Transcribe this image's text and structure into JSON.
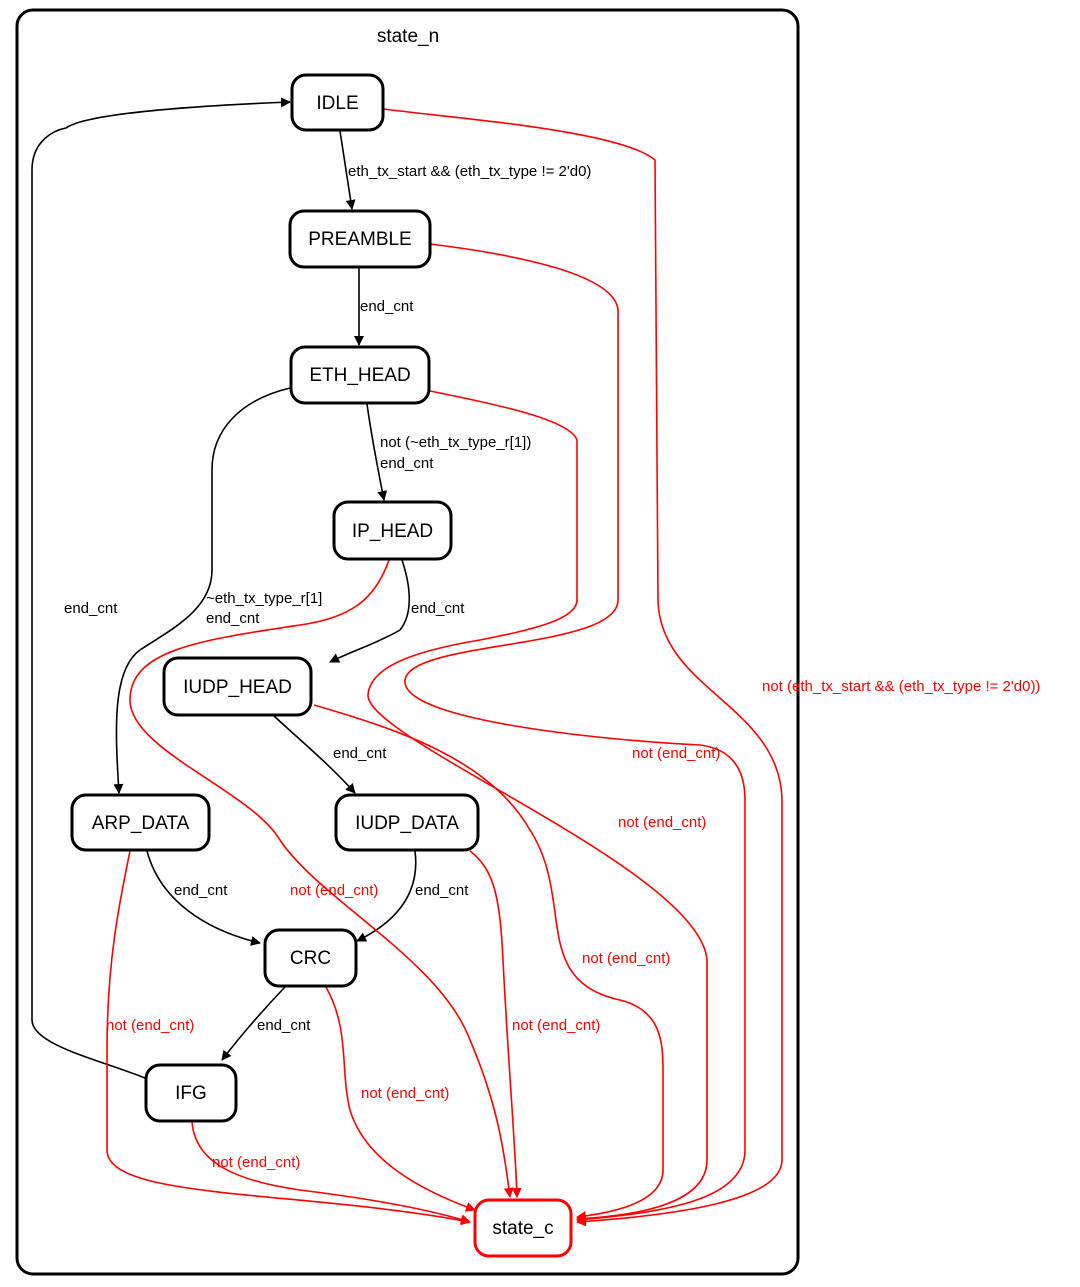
{
  "diagram": {
    "type": "state-machine",
    "cluster_label": "state_n",
    "colors": {
      "normal": "#000000",
      "fallback": "#ff0000"
    },
    "nodes": [
      {
        "id": "IDLE",
        "label": "IDLE"
      },
      {
        "id": "PREAMBLE",
        "label": "PREAMBLE"
      },
      {
        "id": "ETH_HEAD",
        "label": "ETH_HEAD"
      },
      {
        "id": "IP_HEAD",
        "label": "IP_HEAD"
      },
      {
        "id": "IUDP_HEAD",
        "label": "IUDP_HEAD"
      },
      {
        "id": "ARP_DATA",
        "label": "ARP_DATA"
      },
      {
        "id": "IUDP_DATA",
        "label": "IUDP_DATA"
      },
      {
        "id": "CRC",
        "label": "CRC"
      },
      {
        "id": "IFG",
        "label": "IFG"
      },
      {
        "id": "state_c",
        "label": "state_c",
        "style": "fallback"
      }
    ],
    "edges": [
      {
        "id": "idle-preamble",
        "from": "IDLE",
        "to": "PREAMBLE",
        "label": "eth_tx_start && (eth_tx_type != 2'd0)",
        "kind": "normal"
      },
      {
        "id": "preamble-ethhead",
        "from": "PREAMBLE",
        "to": "ETH_HEAD",
        "label": "end_cnt",
        "kind": "normal"
      },
      {
        "id": "ethhead-iphead",
        "from": "ETH_HEAD",
        "to": "IP_HEAD",
        "label": "not (~eth_tx_type_r[1])",
        "label2": "end_cnt",
        "kind": "normal"
      },
      {
        "id": "ethhead-arpdata",
        "from": "ETH_HEAD",
        "to": "ARP_DATA",
        "label": "~eth_tx_type_r[1]",
        "label2": "end_cnt",
        "kind": "normal"
      },
      {
        "id": "iphead-iudphead",
        "from": "IP_HEAD",
        "to": "IUDP_HEAD",
        "label": "end_cnt",
        "kind": "normal"
      },
      {
        "id": "iudphead-iudpdata",
        "from": "IUDP_HEAD",
        "to": "IUDP_DATA",
        "label": "end_cnt",
        "kind": "normal"
      },
      {
        "id": "arpdata-crc",
        "from": "ARP_DATA",
        "to": "CRC",
        "label": "end_cnt",
        "kind": "normal"
      },
      {
        "id": "iudpdata-crc",
        "from": "IUDP_DATA",
        "to": "CRC",
        "label": "end_cnt",
        "kind": "normal"
      },
      {
        "id": "crc-ifg",
        "from": "CRC",
        "to": "IFG",
        "label": "end_cnt",
        "kind": "normal"
      },
      {
        "id": "ifg-idle",
        "from": "IFG",
        "to": "IDLE",
        "label": "end_cnt",
        "kind": "normal"
      },
      {
        "id": "idle-statec",
        "from": "IDLE",
        "to": "state_c",
        "label": "not (eth_tx_start && (eth_tx_type != 2'd0))",
        "kind": "fallback"
      },
      {
        "id": "preamble-statec",
        "from": "PREAMBLE",
        "to": "state_c",
        "label": "not (end_cnt)",
        "kind": "fallback"
      },
      {
        "id": "ethhead-statec",
        "from": "ETH_HEAD",
        "to": "state_c",
        "label": "not (end_cnt)",
        "kind": "fallback"
      },
      {
        "id": "iphead-statec",
        "from": "IP_HEAD",
        "to": "state_c",
        "label": "not (end_cnt)",
        "kind": "fallback"
      },
      {
        "id": "iudphead-statec",
        "from": "IUDP_HEAD",
        "to": "state_c",
        "label": "not (end_cnt)",
        "kind": "fallback"
      },
      {
        "id": "iudpdata-statec",
        "from": "IUDP_DATA",
        "to": "state_c",
        "label": "not (end_cnt)",
        "kind": "fallback"
      },
      {
        "id": "arpdata-statec",
        "from": "ARP_DATA",
        "to": "state_c",
        "label": "not (end_cnt)",
        "kind": "fallback"
      },
      {
        "id": "crc-statec",
        "from": "CRC",
        "to": "state_c",
        "label": "not (end_cnt)",
        "kind": "fallback"
      },
      {
        "id": "ifg-statec",
        "from": "IFG",
        "to": "state_c",
        "label": "not (end_cnt)",
        "kind": "fallback"
      }
    ]
  }
}
